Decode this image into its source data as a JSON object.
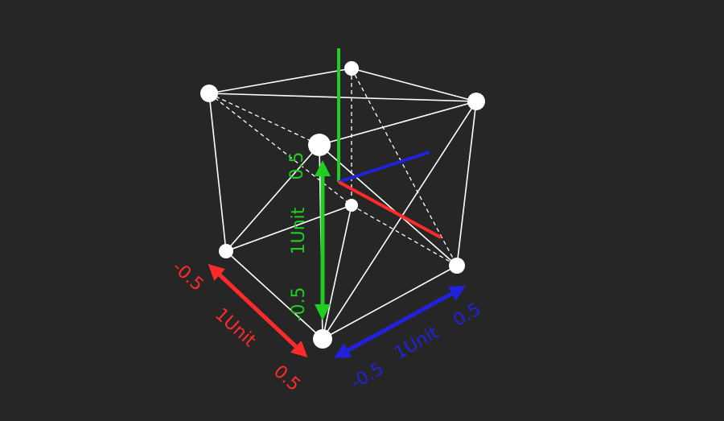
{
  "colors": {
    "background": "#262626",
    "edges": "#ffffff",
    "x_axis": "#ff2a2a",
    "y_axis": "#22cc22",
    "z_axis": "#2222dd"
  },
  "labels": {
    "x": {
      "min": "-0.5",
      "unit": "1Unit",
      "max": "0.5"
    },
    "y": {
      "min": "-0.5",
      "unit": "1Unit",
      "max": "0.5"
    },
    "z": {
      "min": "-0.5",
      "unit": "1Unit",
      "max": "0.5"
    }
  }
}
